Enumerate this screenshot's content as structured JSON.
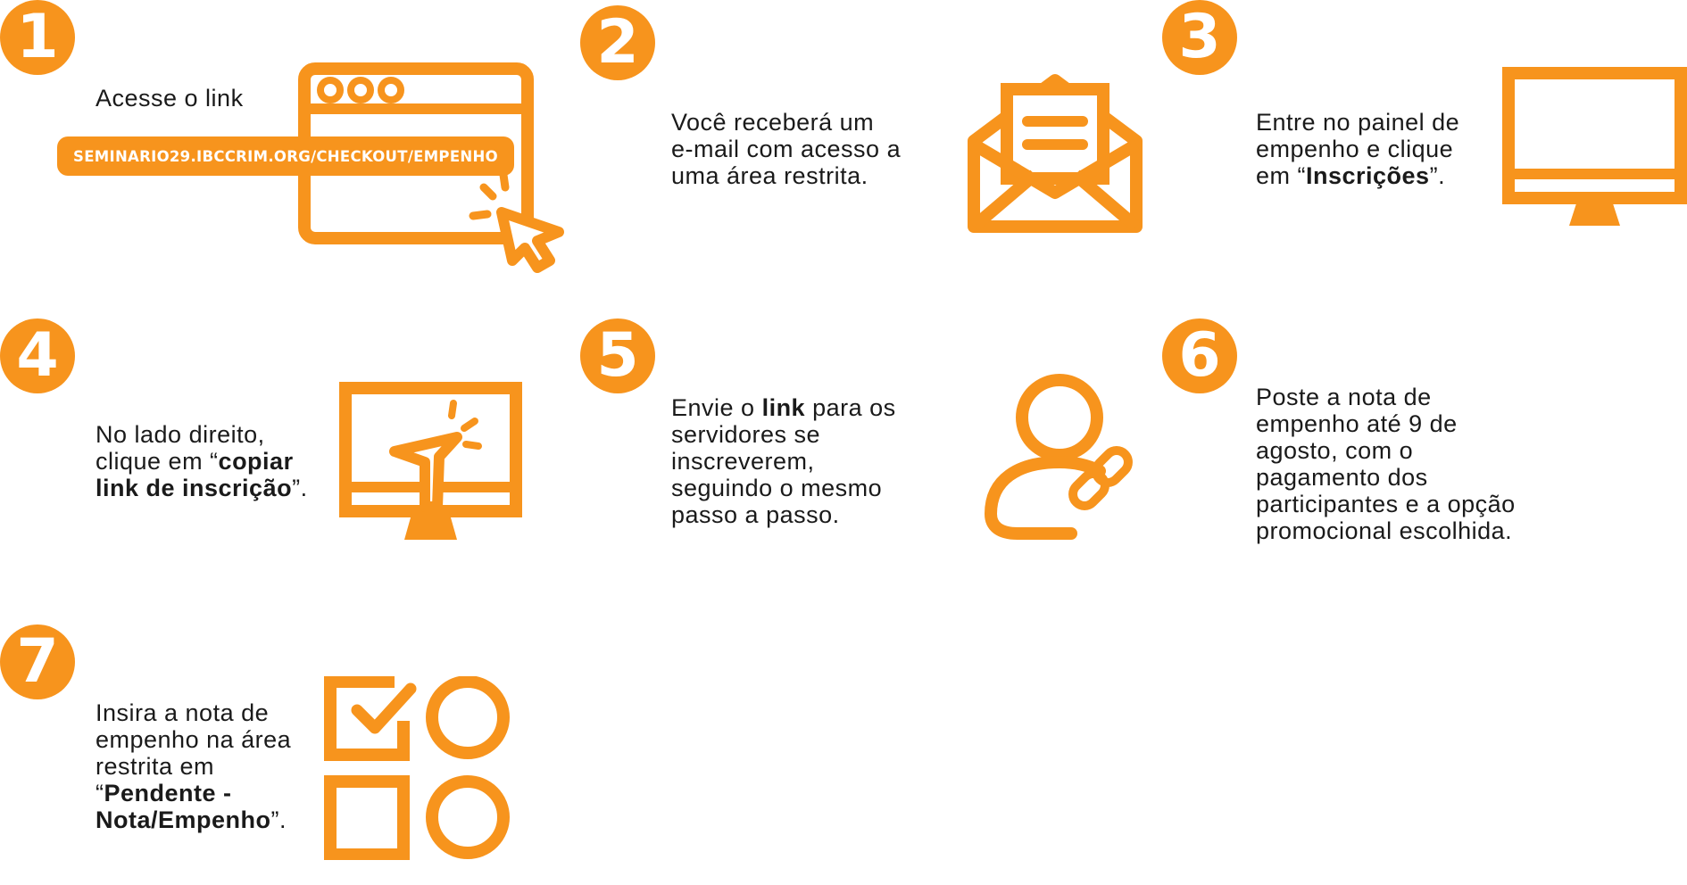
{
  "colors": {
    "accent": "#f7941d",
    "text": "#1a1a1a",
    "background": "#ffffff"
  },
  "steps": [
    {
      "number": "1",
      "icon": "browser-window-click-icon",
      "text_line1": "Acesse o link",
      "link": "SEMINARIO29.IBCCRIM.ORG/CHECKOUT/EMPENHO"
    },
    {
      "number": "2",
      "icon": "envelope-letter-icon",
      "line1": "Você receberá um",
      "line2": "e-mail com acesso a",
      "line3": "uma área restrita."
    },
    {
      "number": "3",
      "icon": "monitor-icon",
      "line1": "Entre no painel de",
      "line2": "empenho e clique",
      "line3_pre": "em “",
      "line3_bold": "Inscrições",
      "line3_post": "”."
    },
    {
      "number": "4",
      "icon": "monitor-cursor-click-icon",
      "line1": "No lado direito,",
      "line2_pre": "clique em “",
      "line2_bold": "copiar",
      "line3_bold": "link de inscrição",
      "line3_post": "”."
    },
    {
      "number": "5",
      "icon": "user-link-icon",
      "line1_pre": "Envie o ",
      "line1_bold": "link",
      "line1_post": " para os",
      "line2": "servidores se",
      "line3": "inscreverem,",
      "line4": "seguindo o mesmo",
      "line5": "passo a passo."
    },
    {
      "number": "6",
      "icon": "",
      "line1": "Poste a nota de",
      "line2": "empenho até 9 de",
      "line3": "agosto, com o",
      "line4": "pagamento dos",
      "line5": "participantes e a opção",
      "line6": "promocional escolhida."
    },
    {
      "number": "7",
      "icon": "checklist-options-icon",
      "line1": "Insira a nota de",
      "line2": "empenho na área",
      "line3": "restrita em",
      "line4_pre": "“",
      "line4_bold": "Pendente -",
      "line5_bold": "Nota/Empenho",
      "line5_post": "”."
    }
  ]
}
